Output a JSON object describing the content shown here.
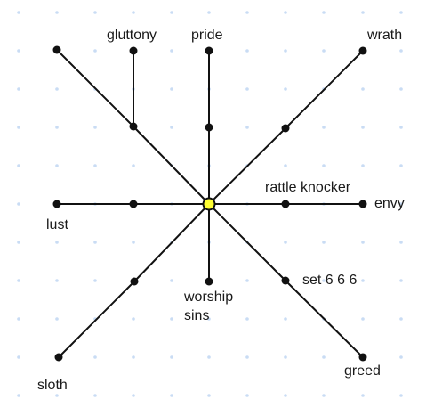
{
  "colors": {
    "background": "#ffffff",
    "grid_dot": "#c9dcf4",
    "line": "#111111",
    "node": "#111111",
    "center_fill": "#ffff33",
    "center_stroke": "#111111"
  },
  "labels": {
    "gluttony": "gluttony",
    "pride": "pride",
    "wrath": "wrath",
    "rattle_knocker": "rattle knocker",
    "envy": "envy",
    "lust": "lust",
    "worship_line1": "worship",
    "worship_line2": "sins",
    "set666": "set 6 6 6",
    "greed": "greed",
    "sloth": "sloth"
  }
}
